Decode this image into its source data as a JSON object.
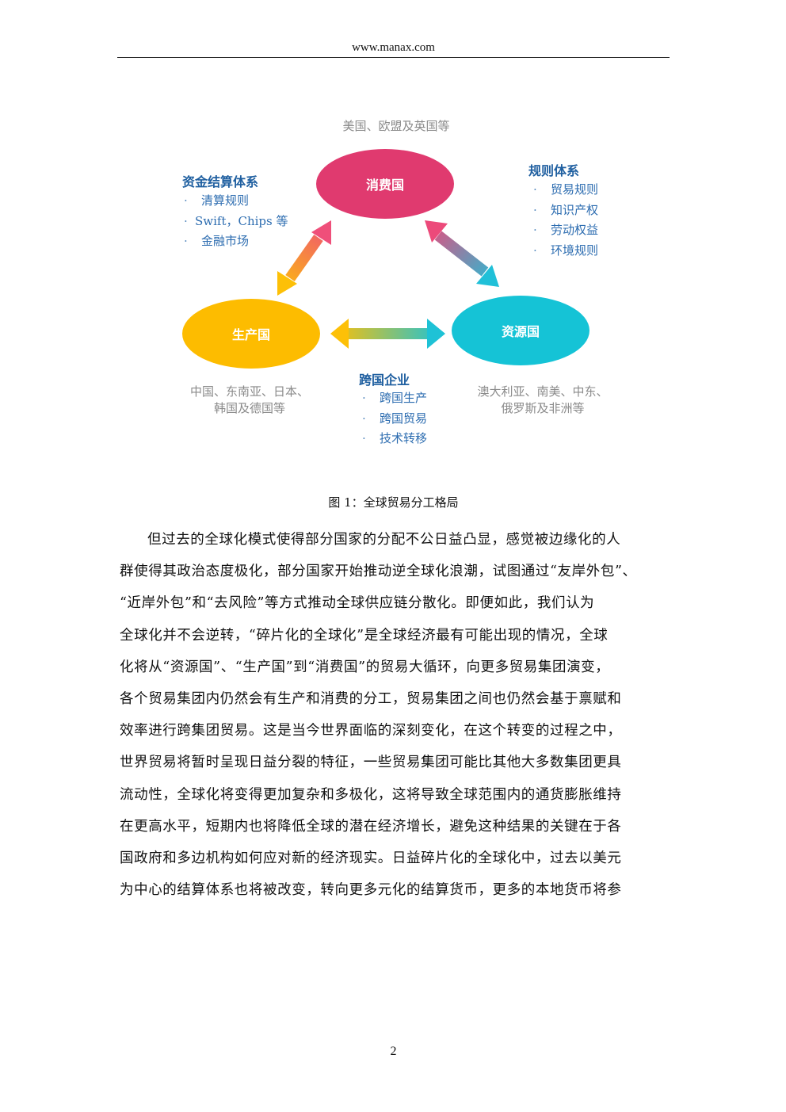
{
  "header": {
    "site": "www.manax.com"
  },
  "diagram": {
    "nodes": {
      "consume": "消费国",
      "produce": "生产国",
      "resource": "资源国"
    },
    "regions": {
      "consume": "美国、欧盟及英国等",
      "produce_line1": "中国、东南亚、日本、",
      "produce_line2": "韩国及德国等",
      "resource_line1": "澳大利亚、南美、中东、",
      "resource_line2": "俄罗斯及非洲等"
    },
    "fund_system": {
      "title": "资金结算体系",
      "items": [
        "清算规则",
        "Swift，Chips 等",
        "金融市场"
      ]
    },
    "rule_system": {
      "title": "规则体系",
      "items": [
        "贸易规则",
        "知识产权",
        "劳动权益",
        "环境规则"
      ]
    },
    "multinational": {
      "title": "跨国企业",
      "items": [
        "跨国生产",
        "跨国贸易",
        "技术转移"
      ]
    },
    "bullet": "·",
    "colors": {
      "consume": "#e03a6f",
      "produce": "#fdbc00",
      "resource": "#15c3d6",
      "label_blue": "#1f5fa0"
    }
  },
  "caption": "图 1：全球贸易分工格局",
  "paragraph_lines": [
    "但过去的全球化模式使得部分国家的分配不公日益凸显，感觉被边缘化的人",
    "群使得其政治态度极化，部分国家开始推动逆全球化浪潮，试图通过“友岸外包”、",
    "“近岸外包”和“去风险”等方式推动全球供应链分散化。即便如此，我们认为",
    "全球化并不会逆转，“碎片化的全球化”是全球经济最有可能出现的情况，全球",
    "化将从“资源国”、“生产国”到“消费国”的贸易大循环，向更多贸易集团演变，",
    "各个贸易集团内仍然会有生产和消费的分工，贸易集团之间也仍然会基于禀赋和",
    "效率进行跨集团贸易。这是当今世界面临的深刻变化，在这个转变的过程之中，",
    "世界贸易将暂时呈现日益分裂的特征，一些贸易集团可能比其他大多数集团更具",
    "流动性，全球化将变得更加复杂和多极化，这将导致全球范围内的通货膨胀维持",
    "在更高水平，短期内也将降低全球的潜在经济增长，避免这种结果的关键在于各",
    "国政府和多边机构如何应对新的经济现实。日益碎片化的全球化中，过去以美元",
    "为中心的结算体系也将被改变，转向更多元化的结算货币，更多的本地货币将参"
  ],
  "page_number": "2"
}
